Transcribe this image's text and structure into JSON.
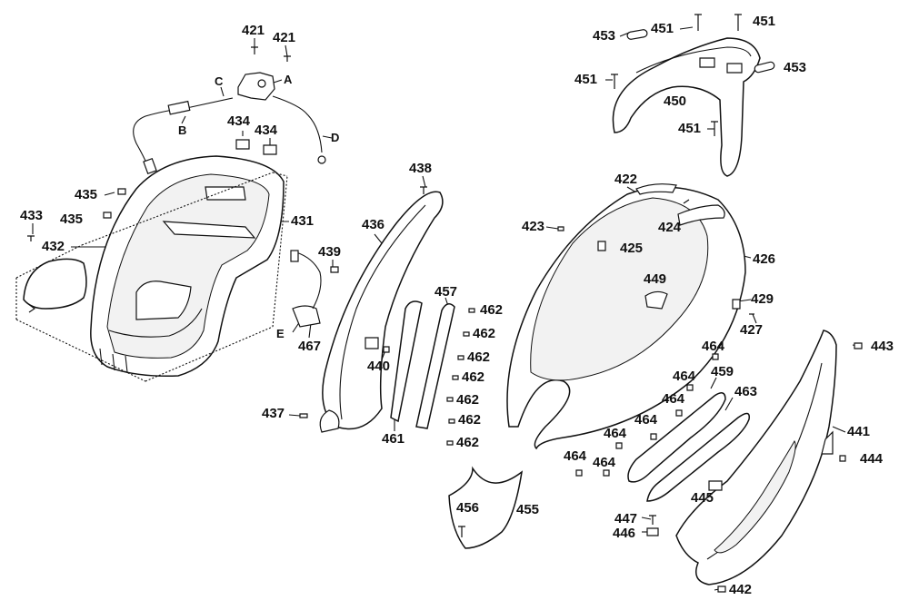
{
  "labels": {
    "p421a": "421",
    "p421b": "421",
    "A": "A",
    "B": "B",
    "C": "C",
    "D": "D",
    "E": "E",
    "p434a": "434",
    "p434b": "434",
    "p435a": "435",
    "p435b": "435",
    "p433": "433",
    "p432": "432",
    "p431": "431",
    "p438": "438",
    "p436": "436",
    "p439": "439",
    "p467": "467",
    "p440": "440",
    "p437": "437",
    "p461": "461",
    "p457": "457",
    "p462a": "462",
    "p462b": "462",
    "p462c": "462",
    "p462d": "462",
    "p462e": "462",
    "p462f": "462",
    "p462g": "462",
    "p453a": "453",
    "p453b": "453",
    "p451a": "451",
    "p451b": "451",
    "p451c": "451",
    "p451d": "451",
    "p450": "450",
    "p422": "422",
    "p423": "423",
    "p424": "424",
    "p425": "425",
    "p426": "426",
    "p449": "449",
    "p429": "429",
    "p427": "427",
    "p464a": "464",
    "p464b": "464",
    "p464c": "464",
    "p464d": "464",
    "p464e": "464",
    "p464f": "464",
    "p464g": "464",
    "p459": "459",
    "p463": "463",
    "p443": "443",
    "p441": "441",
    "p444": "444",
    "p445": "445",
    "p447": "447",
    "p446": "446",
    "p442": "442",
    "p456": "456",
    "p455": "455"
  },
  "colors": {
    "line": "#111111",
    "background": "#ffffff"
  }
}
